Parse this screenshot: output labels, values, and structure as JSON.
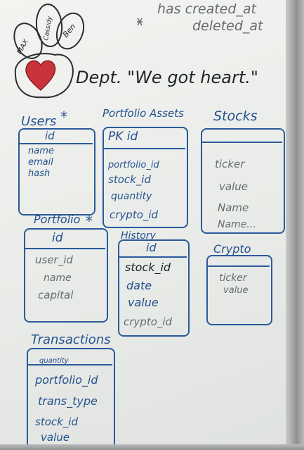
{
  "header": {
    "asterisk": "*",
    "note_line1": "has created_at",
    "note_line2": "deleted_at",
    "title": "Dept. \"We got heart.\""
  },
  "logo": {
    "toes": [
      "MAX",
      "Cassidy",
      "Ben"
    ]
  },
  "tables": {
    "users": {
      "title": "Users",
      "star": "*",
      "pk": "id",
      "fields": [
        "name",
        "email",
        "hash"
      ]
    },
    "portfolio_assets": {
      "title": "Portfolio Assets",
      "pk": "PK id",
      "fields": [
        "portfolio_id",
        "stock_id",
        "quantity",
        "crypto_id"
      ]
    },
    "stocks": {
      "title": "Stocks",
      "fields": [
        "ticker",
        "value",
        "Name",
        "Name..."
      ]
    },
    "portfolio": {
      "title": "Portfolio",
      "star": "*",
      "pk": "id",
      "fields": [
        "user_id",
        "name",
        "capital"
      ]
    },
    "history": {
      "title": "History",
      "pk": "id",
      "fields": [
        "stock_id",
        "date",
        "value",
        "crypto_id"
      ]
    },
    "crypto": {
      "title": "Crypto",
      "fields": [
        "ticker",
        "value"
      ]
    },
    "transactions": {
      "title": "Transactions",
      "fields": [
        "quantity",
        "portfolio_id",
        "trans_type",
        "stock_id",
        "value"
      ]
    }
  },
  "colors": {
    "marker_blue": "#24518f",
    "marker_black": "#1f2226",
    "heart_red": "#c9343c"
  }
}
